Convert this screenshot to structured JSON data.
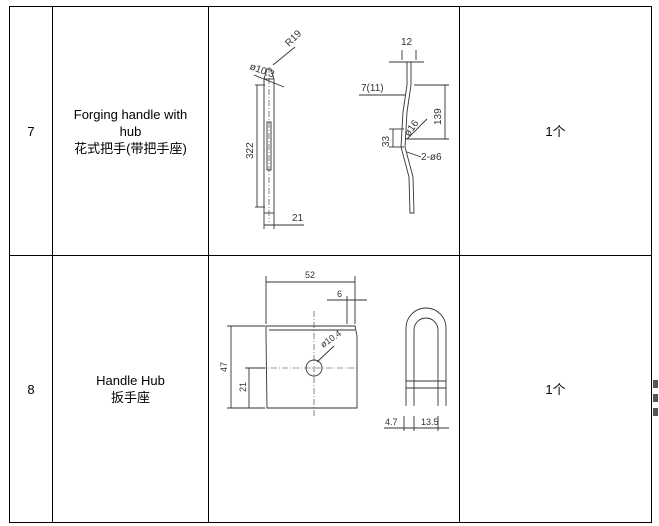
{
  "rows": [
    {
      "no": "7",
      "name_en_line1": "Forging handle with",
      "name_en_line2": "hub",
      "name_cn": "花式把手(带把手座)",
      "quantity": "1个",
      "dims": {
        "dia_top": "ø10.3",
        "radius": "R19",
        "length": "322",
        "width_bottom": "21",
        "width_top": "12",
        "offset": "7(11)",
        "height": "139",
        "spacing": "33",
        "dia_hole": "ø16",
        "holes": "2-ø6"
      }
    },
    {
      "no": "8",
      "name_en": "Handle Hub",
      "name_cn": "扳手座",
      "quantity": "1个",
      "dims": {
        "width": "52",
        "notch": "6",
        "height": "47",
        "hole_height": "21",
        "dia_hole": "ø10.4",
        "thickness": "4.7",
        "gap": "13.5"
      }
    }
  ]
}
